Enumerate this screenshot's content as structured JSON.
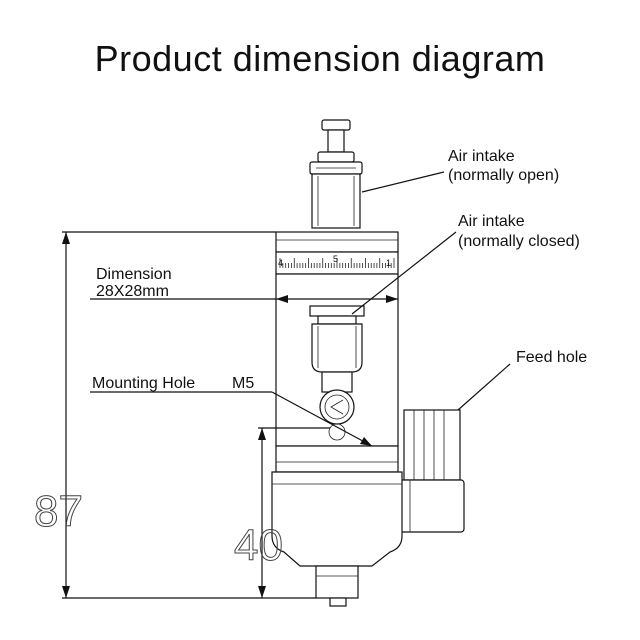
{
  "title": "Product dimension diagram",
  "labels": {
    "air_intake_open_line1": "Air intake",
    "air_intake_open_line2": "(normally open)",
    "air_intake_closed_line1": "Air intake",
    "air_intake_closed_line2": "(normally closed)",
    "dimension_line1": "Dimension",
    "dimension_line2": "28X28mm",
    "mounting_hole": "Mounting Hole",
    "mounting_hole_size": "M5",
    "feed_hole": "Feed hole"
  },
  "dimensions": {
    "overall_height": "87",
    "lower_height": "40"
  },
  "dial_marks": [
    "4",
    "5",
    "1"
  ]
}
